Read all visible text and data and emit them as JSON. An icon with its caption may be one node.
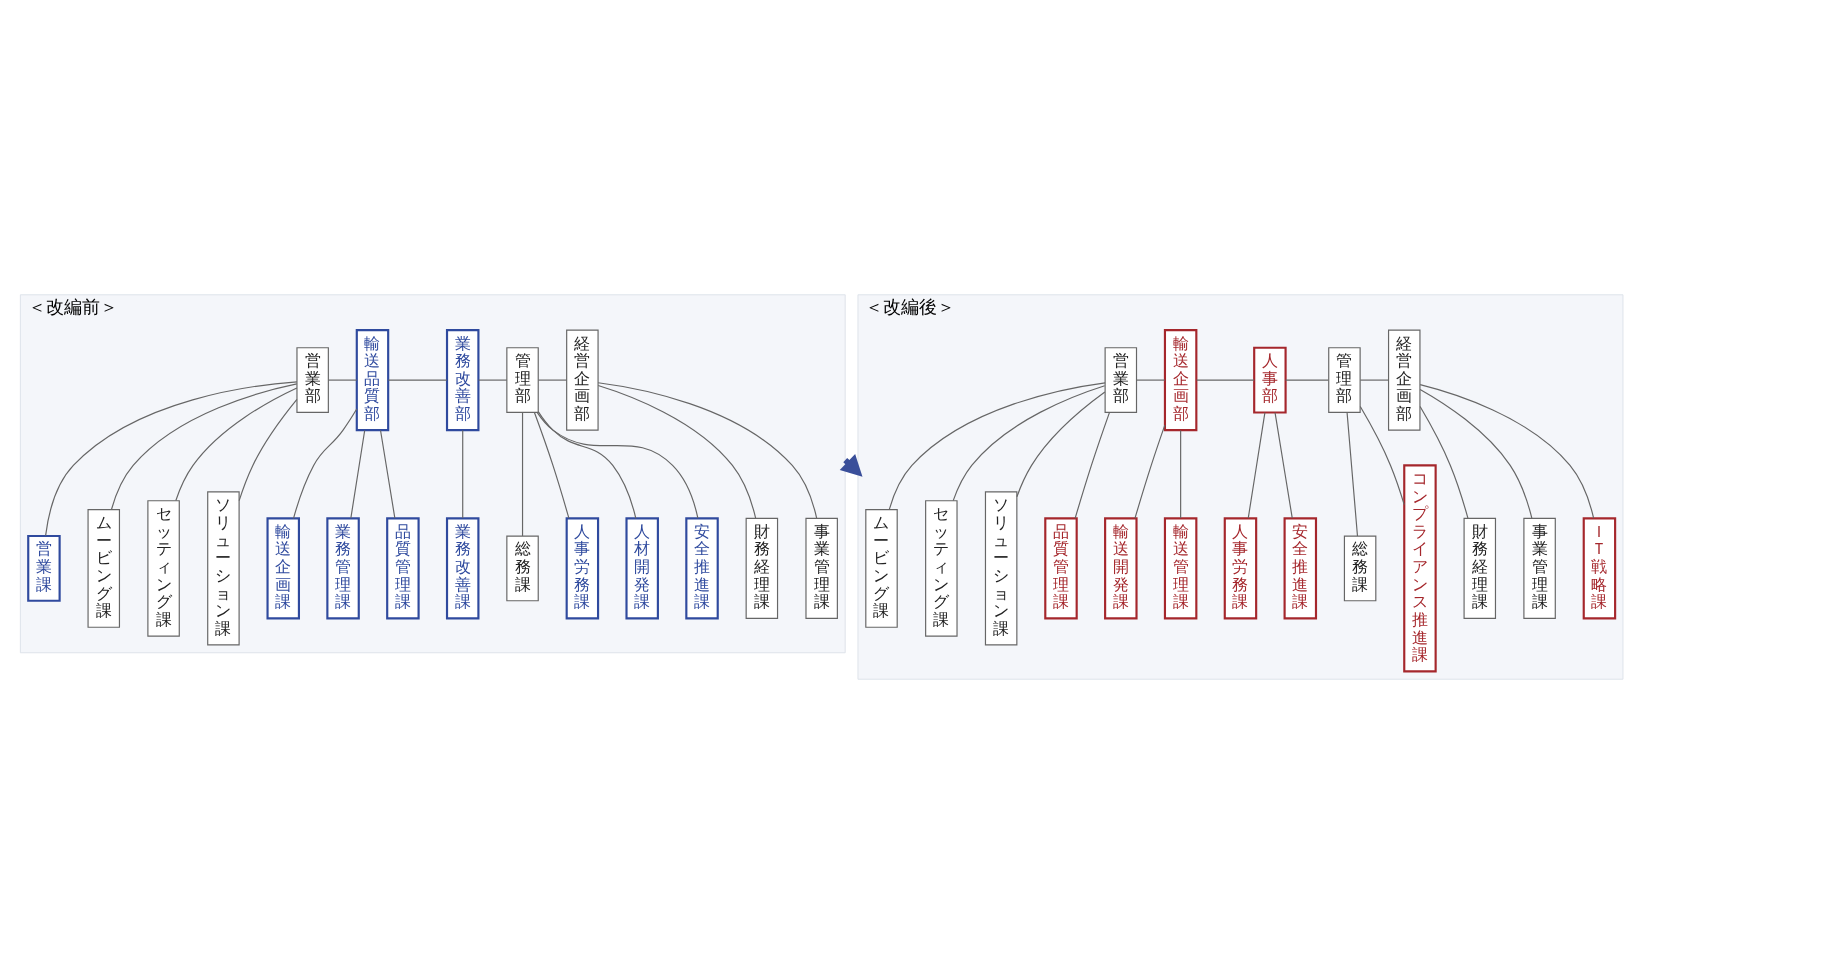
{
  "diagram": {
    "nodes": [
      {
        "text": [
          "＜改編前＞"
        ]
      },
      {
        "text": [
          "営業部"
        ],
        "in": 0
      },
      {
        "text": [
          "輸送品質部"
        ],
        "in": 0
      },
      {
        "text": [
          "業務改善部"
        ],
        "in": 0
      },
      {
        "text": [
          "管理部"
        ],
        "in": 0
      },
      {
        "text": [
          "経営企画部"
        ],
        "in": 0
      },
      {
        "text": [
          "営業課"
        ],
        "in": 0
      },
      {
        "text": [
          "ムービング課"
        ],
        "in": 0
      },
      {
        "text": [
          "セッティング課"
        ],
        "in": 0
      },
      {
        "text": [
          "ソリューション課"
        ],
        "in": 0
      },
      {
        "text": [
          "輸送企画課"
        ],
        "in": 0
      },
      {
        "text": [
          "業務管理課"
        ],
        "in": 0
      },
      {
        "text": [
          "品質管理課"
        ],
        "in": 0
      },
      {
        "text": [
          "業務改善課"
        ],
        "in": 0
      },
      {
        "text": [
          "総務課"
        ],
        "in": 0
      },
      {
        "text": [
          "人事労務課"
        ],
        "in": 0
      },
      {
        "text": [
          "人材開発課"
        ],
        "in": 0
      },
      {
        "text": [
          "安全推進課"
        ],
        "in": 0
      },
      {
        "text": [
          "財務経理課"
        ],
        "in": 0
      },
      {
        "text": [
          "事業管理課"
        ],
        "in": 0
      },
      {
        "text": [
          "＜改編後＞"
        ]
      },
      {
        "text": [
          "営業部"
        ],
        "in": 20
      },
      {
        "text": [
          "輸送企画部"
        ],
        "in": 20
      },
      {
        "text": [
          "人事部"
        ],
        "in": 20
      },
      {
        "text": [
          "管理部"
        ],
        "in": 20
      },
      {
        "text": [
          "経営企画部"
        ],
        "in": 20
      },
      {
        "text": [
          "ムービング課"
        ],
        "in": 20
      },
      {
        "text": [
          "セッティング課"
        ],
        "in": 20
      },
      {
        "text": [
          "ソリューション課"
        ],
        "in": 20
      },
      {
        "text": [
          "品質管理課"
        ],
        "in": 20
      },
      {
        "text": [
          "輸送開発課"
        ],
        "in": 20
      },
      {
        "text": [
          "輸送管理課"
        ],
        "in": 20
      },
      {
        "text": [
          "人事労務課"
        ],
        "in": 20
      },
      {
        "text": [
          "安全推進課"
        ],
        "in": 20
      },
      {
        "text": [
          "総務課"
        ],
        "in": 20
      },
      {
        "text": [
          "コンプライアンス推進課"
        ],
        "in": 20
      },
      {
        "text": [
          "財務経理課"
        ],
        "in": 20
      },
      {
        "text": [
          "事業管理課"
        ],
        "in": 20
      },
      {
        "text": [
          "ＩＴ戦略課"
        ],
        "in": 20
      }
    ],
    "edges": [
      {
        "from": 1,
        "to": 2,
        "arrow": "none"
      },
      {
        "from": 2,
        "to": 3,
        "arrow": "none"
      },
      {
        "from": 3,
        "to": 4,
        "arrow": "none"
      },
      {
        "from": 4,
        "to": 5,
        "arrow": "none"
      },
      {
        "from": 1,
        "to": 6,
        "arrow": "none"
      },
      {
        "from": 1,
        "to": 7,
        "arrow": "none"
      },
      {
        "from": 1,
        "to": 8,
        "arrow": "none"
      },
      {
        "from": 1,
        "to": 9,
        "arrow": "none"
      },
      {
        "from": 2,
        "to": 10,
        "arrow": "none"
      },
      {
        "from": 2,
        "to": 11,
        "arrow": "none"
      },
      {
        "from": 2,
        "to": 12,
        "arrow": "none"
      },
      {
        "from": 3,
        "to": 13,
        "arrow": "none"
      },
      {
        "from": 4,
        "to": 14,
        "arrow": "none"
      },
      {
        "from": 4,
        "to": 15,
        "arrow": "none"
      },
      {
        "from": 4,
        "to": 16,
        "arrow": "none"
      },
      {
        "from": 4,
        "to": 17,
        "arrow": "none"
      },
      {
        "from": 5,
        "to": 18,
        "arrow": "none"
      },
      {
        "from": 5,
        "to": 19,
        "arrow": "none"
      },
      {
        "from": 21,
        "to": 22,
        "arrow": "none"
      },
      {
        "from": 22,
        "to": 23,
        "arrow": "none"
      },
      {
        "from": 23,
        "to": 24,
        "arrow": "none"
      },
      {
        "from": 24,
        "to": 25,
        "arrow": "none"
      },
      {
        "from": 21,
        "to": 26,
        "arrow": "none"
      },
      {
        "from": 21,
        "to": 27,
        "arrow": "none"
      },
      {
        "from": 21,
        "to": 28,
        "arrow": "none"
      },
      {
        "from": 21,
        "to": 29,
        "arrow": "none"
      },
      {
        "from": 22,
        "to": 30,
        "arrow": "none"
      },
      {
        "from": 22,
        "to": 31,
        "arrow": "none"
      },
      {
        "from": 23,
        "to": 32,
        "arrow": "none"
      },
      {
        "from": 23,
        "to": 33,
        "arrow": "none"
      },
      {
        "from": 24,
        "to": 34,
        "arrow": "none"
      },
      {
        "from": 24,
        "to": 35,
        "arrow": "none"
      },
      {
        "from": 25,
        "to": 36,
        "arrow": "none"
      },
      {
        "from": 25,
        "to": 37,
        "arrow": "none"
      },
      {
        "from": 25,
        "to": 38,
        "arrow": "none"
      },
      {
        "from": 0,
        "to": 20,
        "arrow": "to",
        "style": "thick",
        "color": "#3a4f9a"
      }
    ]
  }
}
